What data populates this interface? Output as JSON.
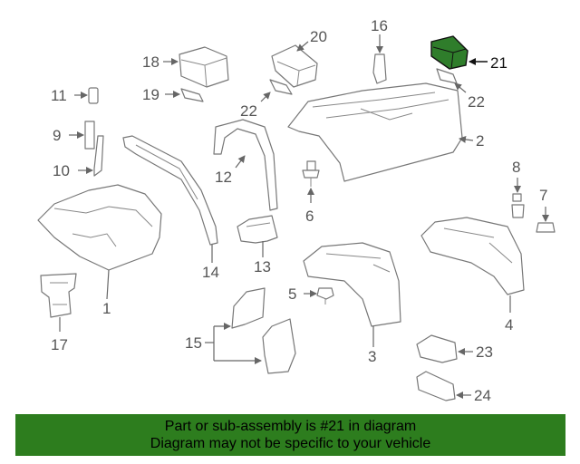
{
  "diagram": {
    "highlight_color": "#2f7d2b",
    "callouts": [
      "1",
      "2",
      "3",
      "4",
      "5",
      "6",
      "7",
      "8",
      "9",
      "10",
      "11",
      "12",
      "13",
      "14",
      "15",
      "16",
      "17",
      "18",
      "19",
      "20",
      "21",
      "22",
      "22",
      "23",
      "24"
    ]
  },
  "banner": {
    "line1": "Part or sub-assembly is #21 in diagram",
    "line2": "Diagram may not be specific to your vehicle",
    "color": "#2d7d1e"
  }
}
